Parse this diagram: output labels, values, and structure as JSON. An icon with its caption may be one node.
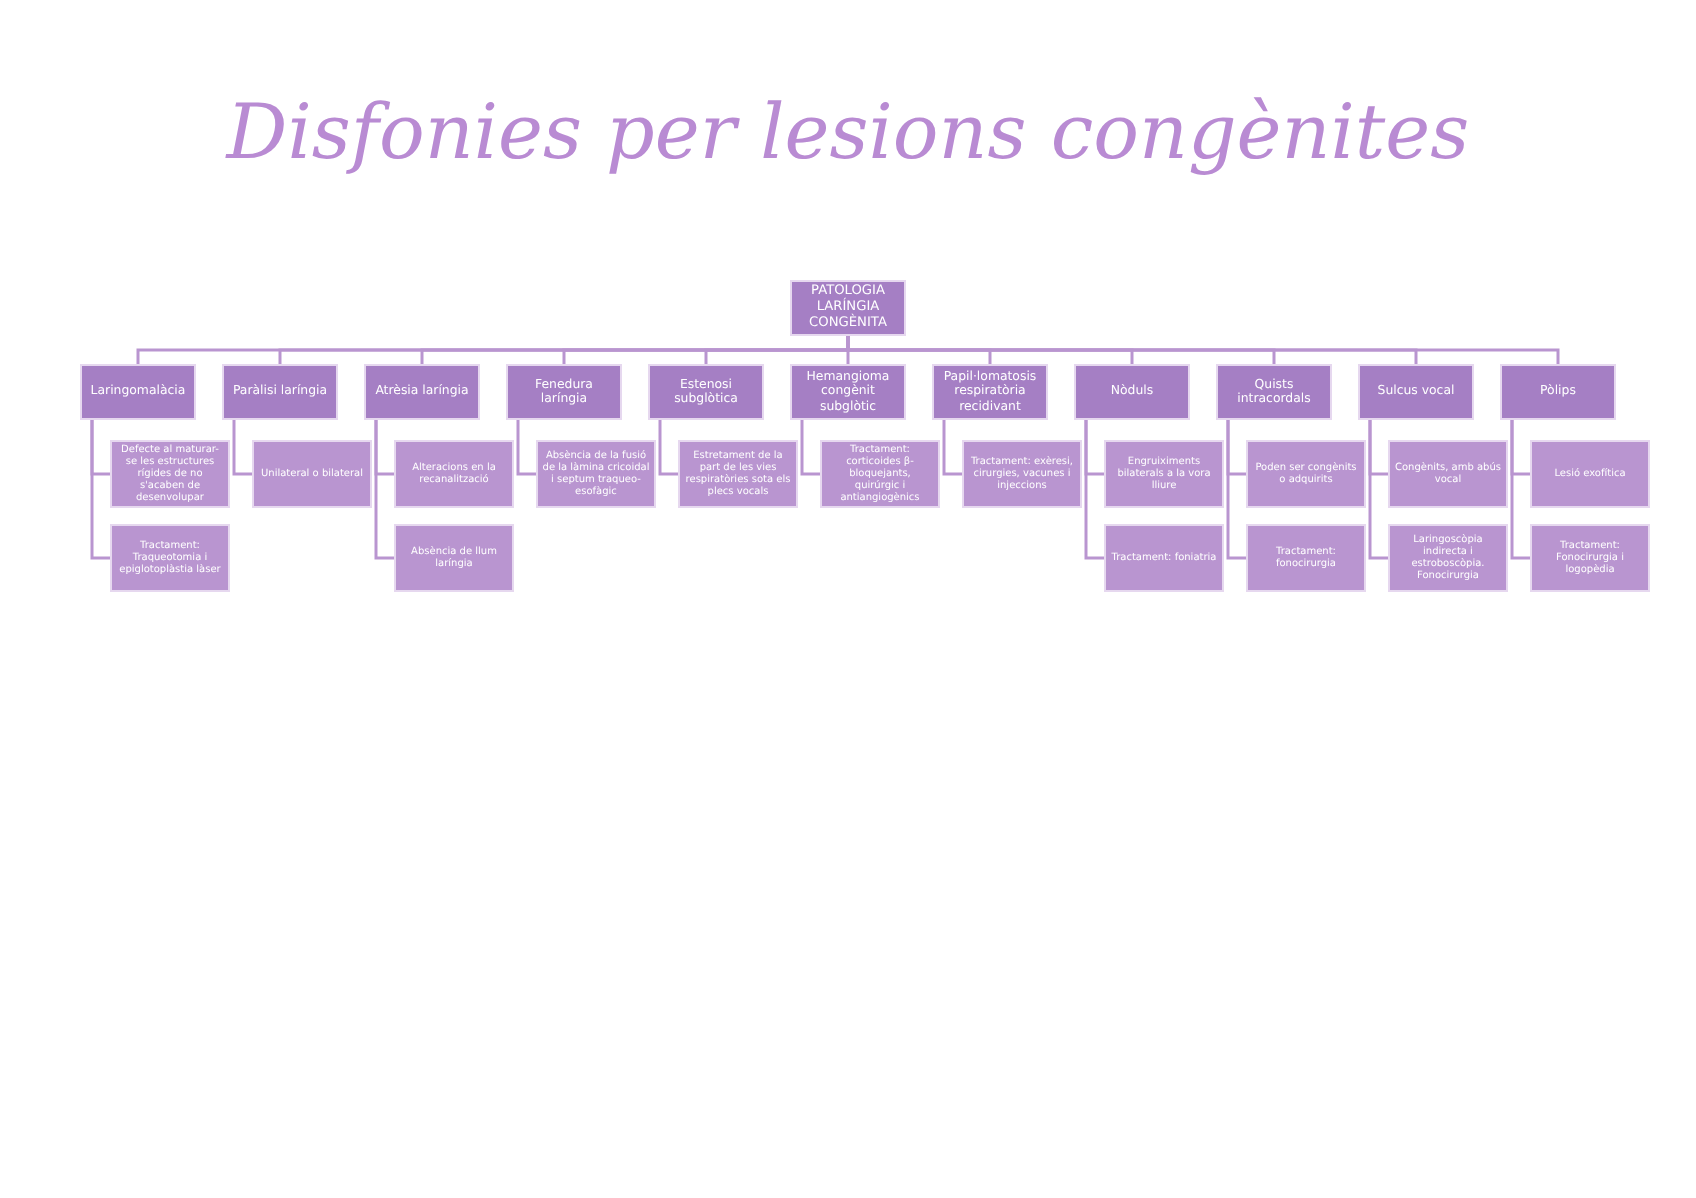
{
  "diagram": {
    "title": "Disfonies per lesions congènites",
    "nodes": [
      {
        "text": [
          "PATOLOGIA LARÍNGIA CONGÈNITA"
        ]
      },
      {
        "text": [
          "Laringomalàcia"
        ]
      },
      {
        "text": [
          "Defecte al maturar-se les estructures rígides de no s'acaben de desenvolupar"
        ]
      },
      {
        "text": [
          "Tractament: Traqueotomia i epiglotoplàstia làser"
        ]
      },
      {
        "text": [
          "Paràlisi laríngia"
        ]
      },
      {
        "text": [
          "Unilateral o bilateral"
        ]
      },
      {
        "text": [
          "Atrèsia laríngia"
        ]
      },
      {
        "text": [
          "Alteracions en la recanalització"
        ]
      },
      {
        "text": [
          "Absència de llum laríngia"
        ]
      },
      {
        "text": [
          "Fenedura laríngia"
        ]
      },
      {
        "text": [
          "Absència de la fusió de la làmina cricoidal i septum traqueo-esofàgic"
        ]
      },
      {
        "text": [
          "Estenosi subglòtica"
        ]
      },
      {
        "text": [
          "Estretament de la part de les vies respiratòries sota els plecs vocals"
        ]
      },
      {
        "text": [
          "Hemangioma congènit subglòtic"
        ]
      },
      {
        "text": [
          "Tractament: corticoides β-bloquejants, quirúrgic i antiangiogènics"
        ]
      },
      {
        "text": [
          "Papil·lomatosis respiratòria recidivant"
        ]
      },
      {
        "text": [
          "Tractament: exèresi, cirurgies, vacunes i injeccions"
        ]
      },
      {
        "text": [
          "Nòduls"
        ]
      },
      {
        "text": [
          "Engruiximents bilaterals a la vora lliure"
        ]
      },
      {
        "text": [
          "Tractament: foniatria"
        ]
      },
      {
        "text": [
          "Quists intracordals"
        ]
      },
      {
        "text": [
          "Poden ser congènits o adquirits"
        ]
      },
      {
        "text": [
          "Tractament: fonocirurgia"
        ]
      },
      {
        "text": [
          "Sulcus vocal"
        ]
      },
      {
        "text": [
          "Congènits, amb abús vocal"
        ]
      },
      {
        "text": [
          "Laringoscòpia indirecta i estroboscòpia. Fonocirurgia"
        ]
      },
      {
        "text": [
          "Pòlips"
        ]
      },
      {
        "text": [
          "Lesió exofítica"
        ]
      },
      {
        "text": [
          "Tractament: Fonocirurgia i logopèdia"
        ]
      }
    ],
    "edges": [
      {
        "from": 0,
        "to": 1,
        "arrow": "none"
      },
      {
        "from": 0,
        "to": 4,
        "arrow": "none"
      },
      {
        "from": 0,
        "to": 6,
        "arrow": "none"
      },
      {
        "from": 0,
        "to": 9,
        "arrow": "none"
      },
      {
        "from": 0,
        "to": 11,
        "arrow": "none"
      },
      {
        "from": 0,
        "to": 13,
        "arrow": "none"
      },
      {
        "from": 0,
        "to": 15,
        "arrow": "none"
      },
      {
        "from": 0,
        "to": 17,
        "arrow": "none"
      },
      {
        "from": 0,
        "to": 20,
        "arrow": "none"
      },
      {
        "from": 0,
        "to": 23,
        "arrow": "none"
      },
      {
        "from": 0,
        "to": 26,
        "arrow": "none"
      },
      {
        "from": 1,
        "to": 2,
        "arrow": "none"
      },
      {
        "from": 1,
        "to": 3,
        "arrow": "none"
      },
      {
        "from": 4,
        "to": 5,
        "arrow": "none"
      },
      {
        "from": 6,
        "to": 7,
        "arrow": "none"
      },
      {
        "from": 6,
        "to": 8,
        "arrow": "none"
      },
      {
        "from": 9,
        "to": 10,
        "arrow": "none"
      },
      {
        "from": 11,
        "to": 12,
        "arrow": "none"
      },
      {
        "from": 13,
        "to": 14,
        "arrow": "none"
      },
      {
        "from": 15,
        "to": 16,
        "arrow": "none"
      },
      {
        "from": 17,
        "to": 18,
        "arrow": "none"
      },
      {
        "from": 17,
        "to": 19,
        "arrow": "none"
      },
      {
        "from": 20,
        "to": 21,
        "arrow": "none"
      },
      {
        "from": 20,
        "to": 22,
        "arrow": "none"
      },
      {
        "from": 23,
        "to": 24,
        "arrow": "none"
      },
      {
        "from": 23,
        "to": 25,
        "arrow": "none"
      },
      {
        "from": 26,
        "to": 27,
        "arrow": "none"
      },
      {
        "from": 26,
        "to": 28,
        "arrow": "none"
      }
    ]
  }
}
